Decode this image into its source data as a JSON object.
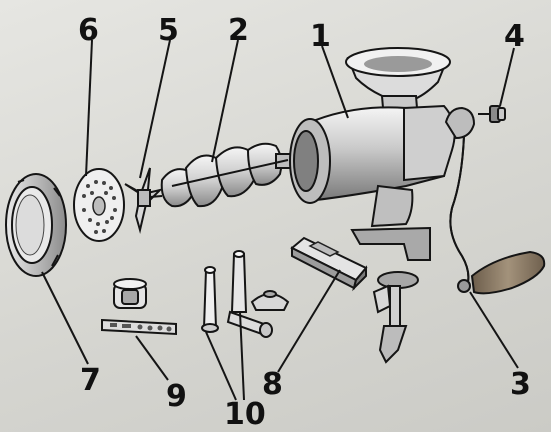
{
  "diagram": {
    "part_labels": [
      {
        "id": "body",
        "number": "1"
      },
      {
        "id": "screw",
        "number": "2"
      },
      {
        "id": "handle",
        "number": "3"
      },
      {
        "id": "knob",
        "number": "4"
      },
      {
        "id": "knife",
        "number": "5"
      },
      {
        "id": "plate",
        "number": "6"
      },
      {
        "id": "ring",
        "number": "7"
      },
      {
        "id": "clamp-bracket",
        "number": "8"
      },
      {
        "id": "kubbe-attachment",
        "number": "9"
      },
      {
        "id": "sausage-funnels",
        "number": "10"
      }
    ],
    "colors": {
      "background": "#dcdcd8",
      "line": "#151515",
      "metal_light": "#f2f2f2",
      "metal_mid": "#b9b9b9",
      "metal_dark": "#6f6f6f",
      "wood": "#8a7a66"
    }
  }
}
